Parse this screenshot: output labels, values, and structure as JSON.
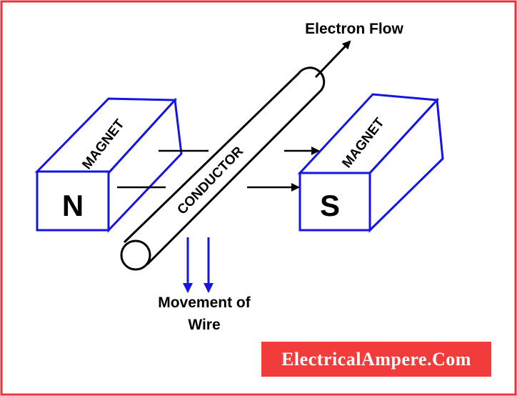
{
  "diagram": {
    "electron_flow_label": "Electron Flow",
    "movement_label_line1": "Movement of",
    "movement_label_line2": "Wire",
    "conductor_label": "CONDUCTOR",
    "left_magnet": {
      "top_label": "MAGNET",
      "pole": "N"
    },
    "right_magnet": {
      "top_label": "MAGNET",
      "pole": "S"
    },
    "watermark": "ElectricalAmpere.Com"
  },
  "colors": {
    "border": "#e8333b",
    "magnet_outline": "#1414e6",
    "movement_arrow": "#1414e6",
    "line": "#000000",
    "watermark_bg": "#f23b3b",
    "watermark_text": "#ffffff"
  }
}
